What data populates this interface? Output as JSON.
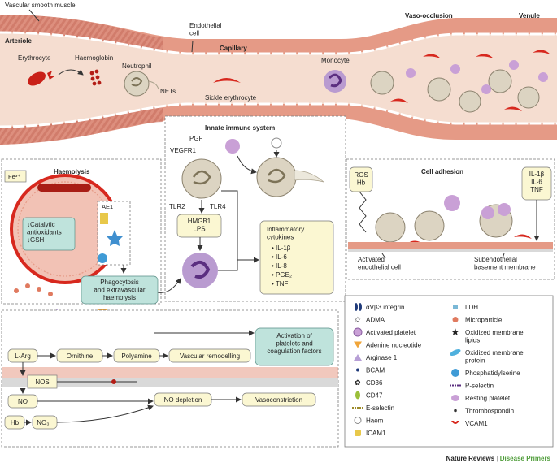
{
  "colors": {
    "vessel": "#e59a86",
    "vessel_dark": "#c7584a",
    "lumen": "#f5ddd0",
    "muscle_band": "#d9d9d9",
    "sickle_red": "#d7281e",
    "platelet_purple": "#c9a0d6",
    "neutrophil_beige": "#dcd4c2",
    "yellow_box": "#fbf7d2",
    "green_box": "#bfe3dc",
    "brand_green": "#4f9d3a"
  },
  "vessel": {
    "vascular_smooth_muscle": "Vascular smooth muscle",
    "arteriole": "Arteriole",
    "endothelial_cell": "Endothelial\ncell",
    "capillary": "Capillary",
    "vaso_occlusion": "Vaso-occlusion",
    "venule": "Venule",
    "erythrocyte": "Erythrocyte",
    "haemoglobin": "Haemoglobin",
    "neutrophil": "Neutrophil",
    "nets": "NETs",
    "sickle_erythrocyte": "Sickle erythrocyte",
    "monocyte": "Monocyte"
  },
  "innate": {
    "title": "Innate immune system",
    "pgf": "PGF",
    "vegfr1": "VEGFR1",
    "tlr2": "TLR2",
    "tlr4": "TLR4",
    "hmgb1_lps": "HMGB1\nLPS",
    "cytokines_title": "Inflammatory\ncytokines",
    "cytokines": [
      "IL-1β",
      "IL-6",
      "IL-8",
      "PGE₂",
      "TNF"
    ]
  },
  "haemolysis": {
    "title": "Haemolysis",
    "fe": "Fe³⁺",
    "ae1": "AE1",
    "catalytic": "↓Catalytic\nantioxidants\n↓GSH",
    "phagocytosis": "Phagocytosis\nand extravascular\nhaemolysis"
  },
  "adhesion": {
    "title": "Cell adhesion",
    "ros_hb": "ROS\nHb",
    "cytokines": "IL-1β\nIL-6\nTNF",
    "activated_endothelial": "Activated\nendothelial cell",
    "subendothelial": "Subendothelial\nbasement membrane"
  },
  "pathway": {
    "l_arg": "L-Arg",
    "ornithine": "Ornithine",
    "polyamine": "Polyamine",
    "vascular_remodelling": "Vascular remodelling",
    "activation": "Activation of\nplatelets and\ncoagulation factors",
    "nos": "NOS",
    "no": "NO",
    "hb": "Hb",
    "no3": "NO₃⁻",
    "no_depletion": "NO depletion",
    "vasoconstriction": "Vasoconstriction"
  },
  "legend": {
    "col1": [
      {
        "icon": "integrin-icon",
        "label": "αVβ3 integrin"
      },
      {
        "icon": "adma-icon",
        "label": "ADMA"
      },
      {
        "icon": "activated-platelet-icon",
        "label": "Activated platelet"
      },
      {
        "icon": "adenine-nucleotide-icon",
        "label": "Adenine nucleotide"
      },
      {
        "icon": "arginase-icon",
        "label": "Arginase 1"
      },
      {
        "icon": "bcam-icon",
        "label": "BCAM"
      },
      {
        "icon": "cd36-icon",
        "label": "CD36"
      },
      {
        "icon": "cd47-icon",
        "label": "CD47"
      },
      {
        "icon": "e-selectin-icon",
        "label": "E-selectin"
      },
      {
        "icon": "haem-icon",
        "label": "Haem"
      },
      {
        "icon": "icam1-icon",
        "label": "ICAM1"
      }
    ],
    "col2": [
      {
        "icon": "ldh-icon",
        "label": "LDH"
      },
      {
        "icon": "microparticle-icon",
        "label": "Microparticle"
      },
      {
        "icon": "oxidized-lipids-icon",
        "label": "Oxidized membrane\nlipids"
      },
      {
        "icon": "oxidized-protein-icon",
        "label": "Oxidized membrane\nprotein"
      },
      {
        "icon": "phosphatidylserine-icon",
        "label": "Phosphatidylserine"
      },
      {
        "icon": "p-selectin-icon",
        "label": "P-selectin"
      },
      {
        "icon": "resting-platelet-icon",
        "label": "Resting platelet"
      },
      {
        "icon": "thrombospondin-icon",
        "label": "Thrombospondin"
      },
      {
        "icon": "vcam1-icon",
        "label": "VCAM1"
      }
    ]
  },
  "credit": {
    "journal": "Nature Reviews",
    "separator": "|",
    "series": "Disease Primers"
  }
}
